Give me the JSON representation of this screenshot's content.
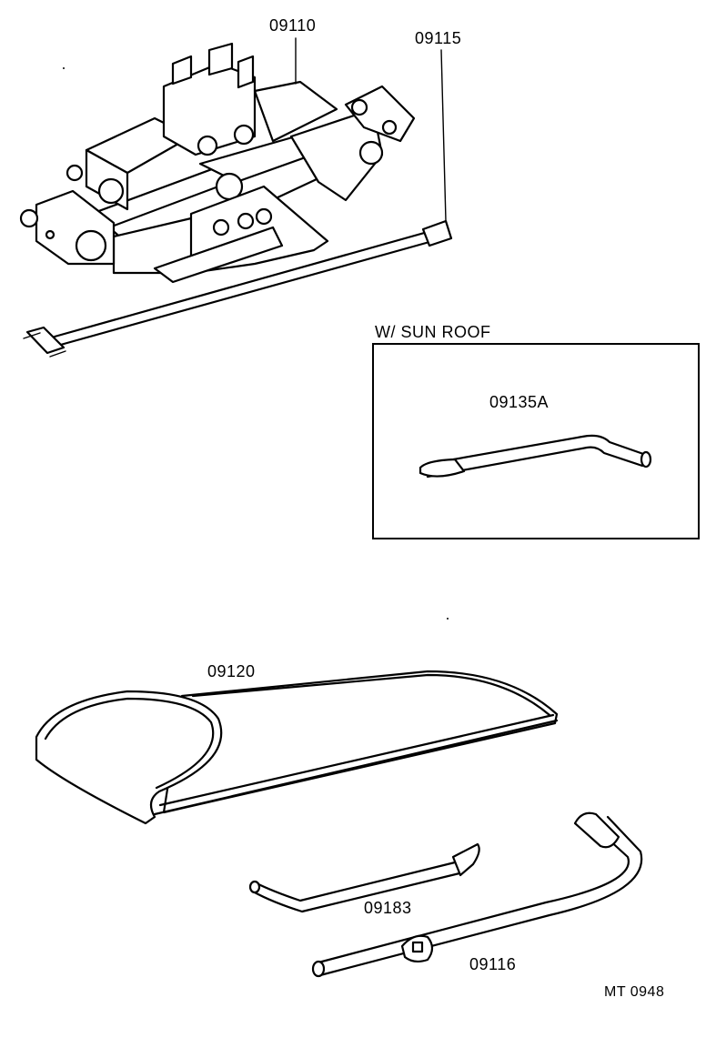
{
  "parts": {
    "jack": "09110",
    "jack_handle": "09115",
    "sunroof_handle": "09135A",
    "tool_bag": "09120",
    "screwdriver": "09183",
    "lug_wrench": "09116"
  },
  "sunroof_box": {
    "title": "W/ SUN  ROOF"
  },
  "diagram_code": "MT  0948"
}
